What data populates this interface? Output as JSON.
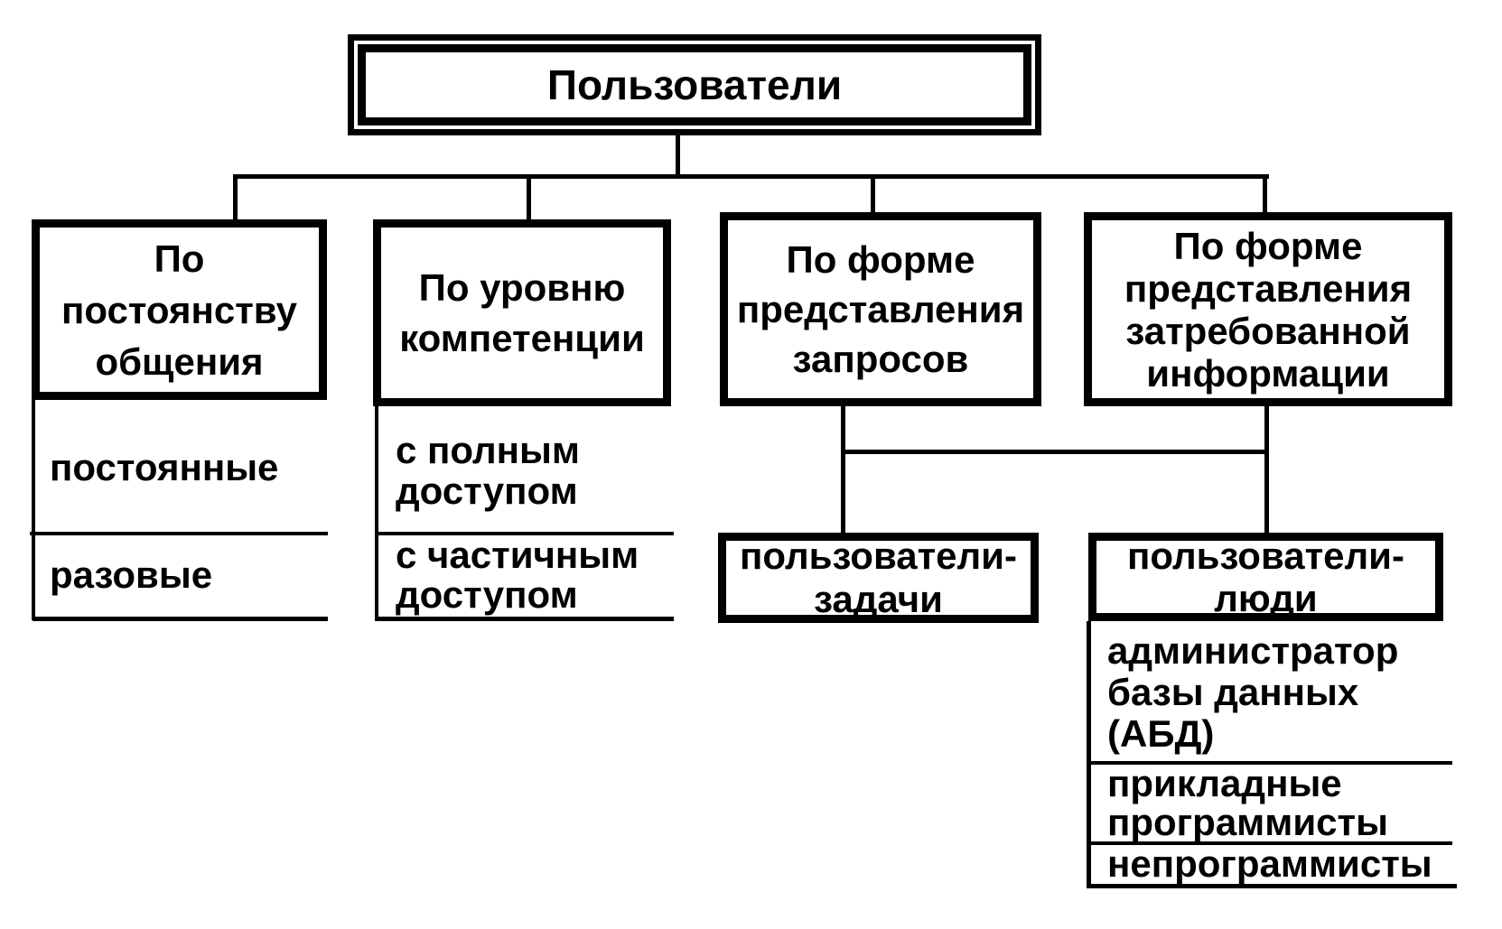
{
  "diagram": {
    "title": "Пользователи",
    "branches": [
      {
        "label": "По\nпостоянству\nобщения",
        "items": [
          "постоянные",
          "разовые"
        ]
      },
      {
        "label": "По уровню\nкомпетенции",
        "items": [
          "с полным\nдоступом",
          "с частичным\nдоступом"
        ]
      },
      {
        "label": "По форме\nпредставления\nзапросов",
        "node": "пользователи-\nзадачи"
      },
      {
        "label": "По форме\nпредставления\nзатребованной\nинформации",
        "node": "пользователи-\nлюди",
        "items": [
          "администратор\nбазы данных\n(АБД)",
          "прикладные\nпрограммисты",
          "непрограммисты"
        ]
      }
    ],
    "colors": {
      "ink": "#000000",
      "paper": "#ffffff"
    }
  }
}
